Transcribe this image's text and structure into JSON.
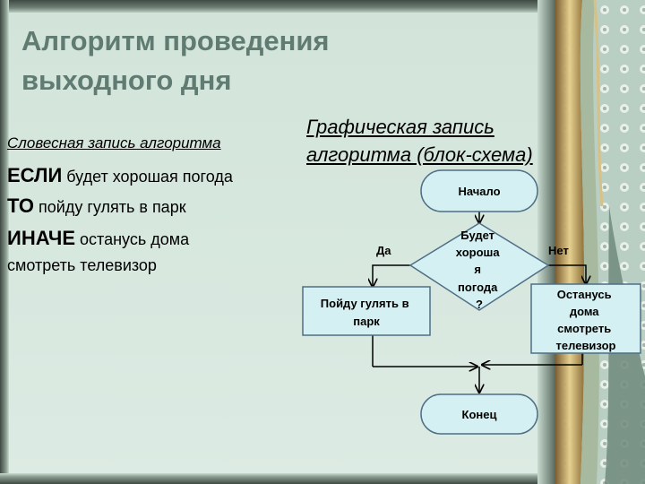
{
  "title": {
    "line1": "Алгоритм проведения",
    "line2": "выходного дня"
  },
  "verbal": {
    "heading": "Словесная запись алгоритма",
    "lines": [
      {
        "keyword": "ЕСЛИ",
        "text": " будет хорошая погода"
      },
      {
        "keyword": "ТО",
        "text": " пойду гулять в парк"
      },
      {
        "keyword": "ИНАЧЕ",
        "text": " останусь дома"
      },
      {
        "keyword": "",
        "text": "смотреть телевизор"
      }
    ]
  },
  "graphic": {
    "heading_line1": "Графическая запись",
    "heading_line2": "алгоритма (блок-схема)"
  },
  "flowchart": {
    "start": "Начало",
    "condition": [
      "Будет",
      "хороша",
      "я",
      "погода",
      "?"
    ],
    "yes_label": "Да",
    "no_label": "Нет",
    "yes_action": [
      "Пойду гулять в",
      "парк"
    ],
    "no_action": [
      "Останусь",
      "дома",
      "смотреть",
      "телевизор"
    ],
    "end": "Конец"
  },
  "colors": {
    "background": "#d6e7de",
    "title": "#5f7b72",
    "shape_fill": "#d4f0f2",
    "shape_stroke": "#4e6f86"
  }
}
